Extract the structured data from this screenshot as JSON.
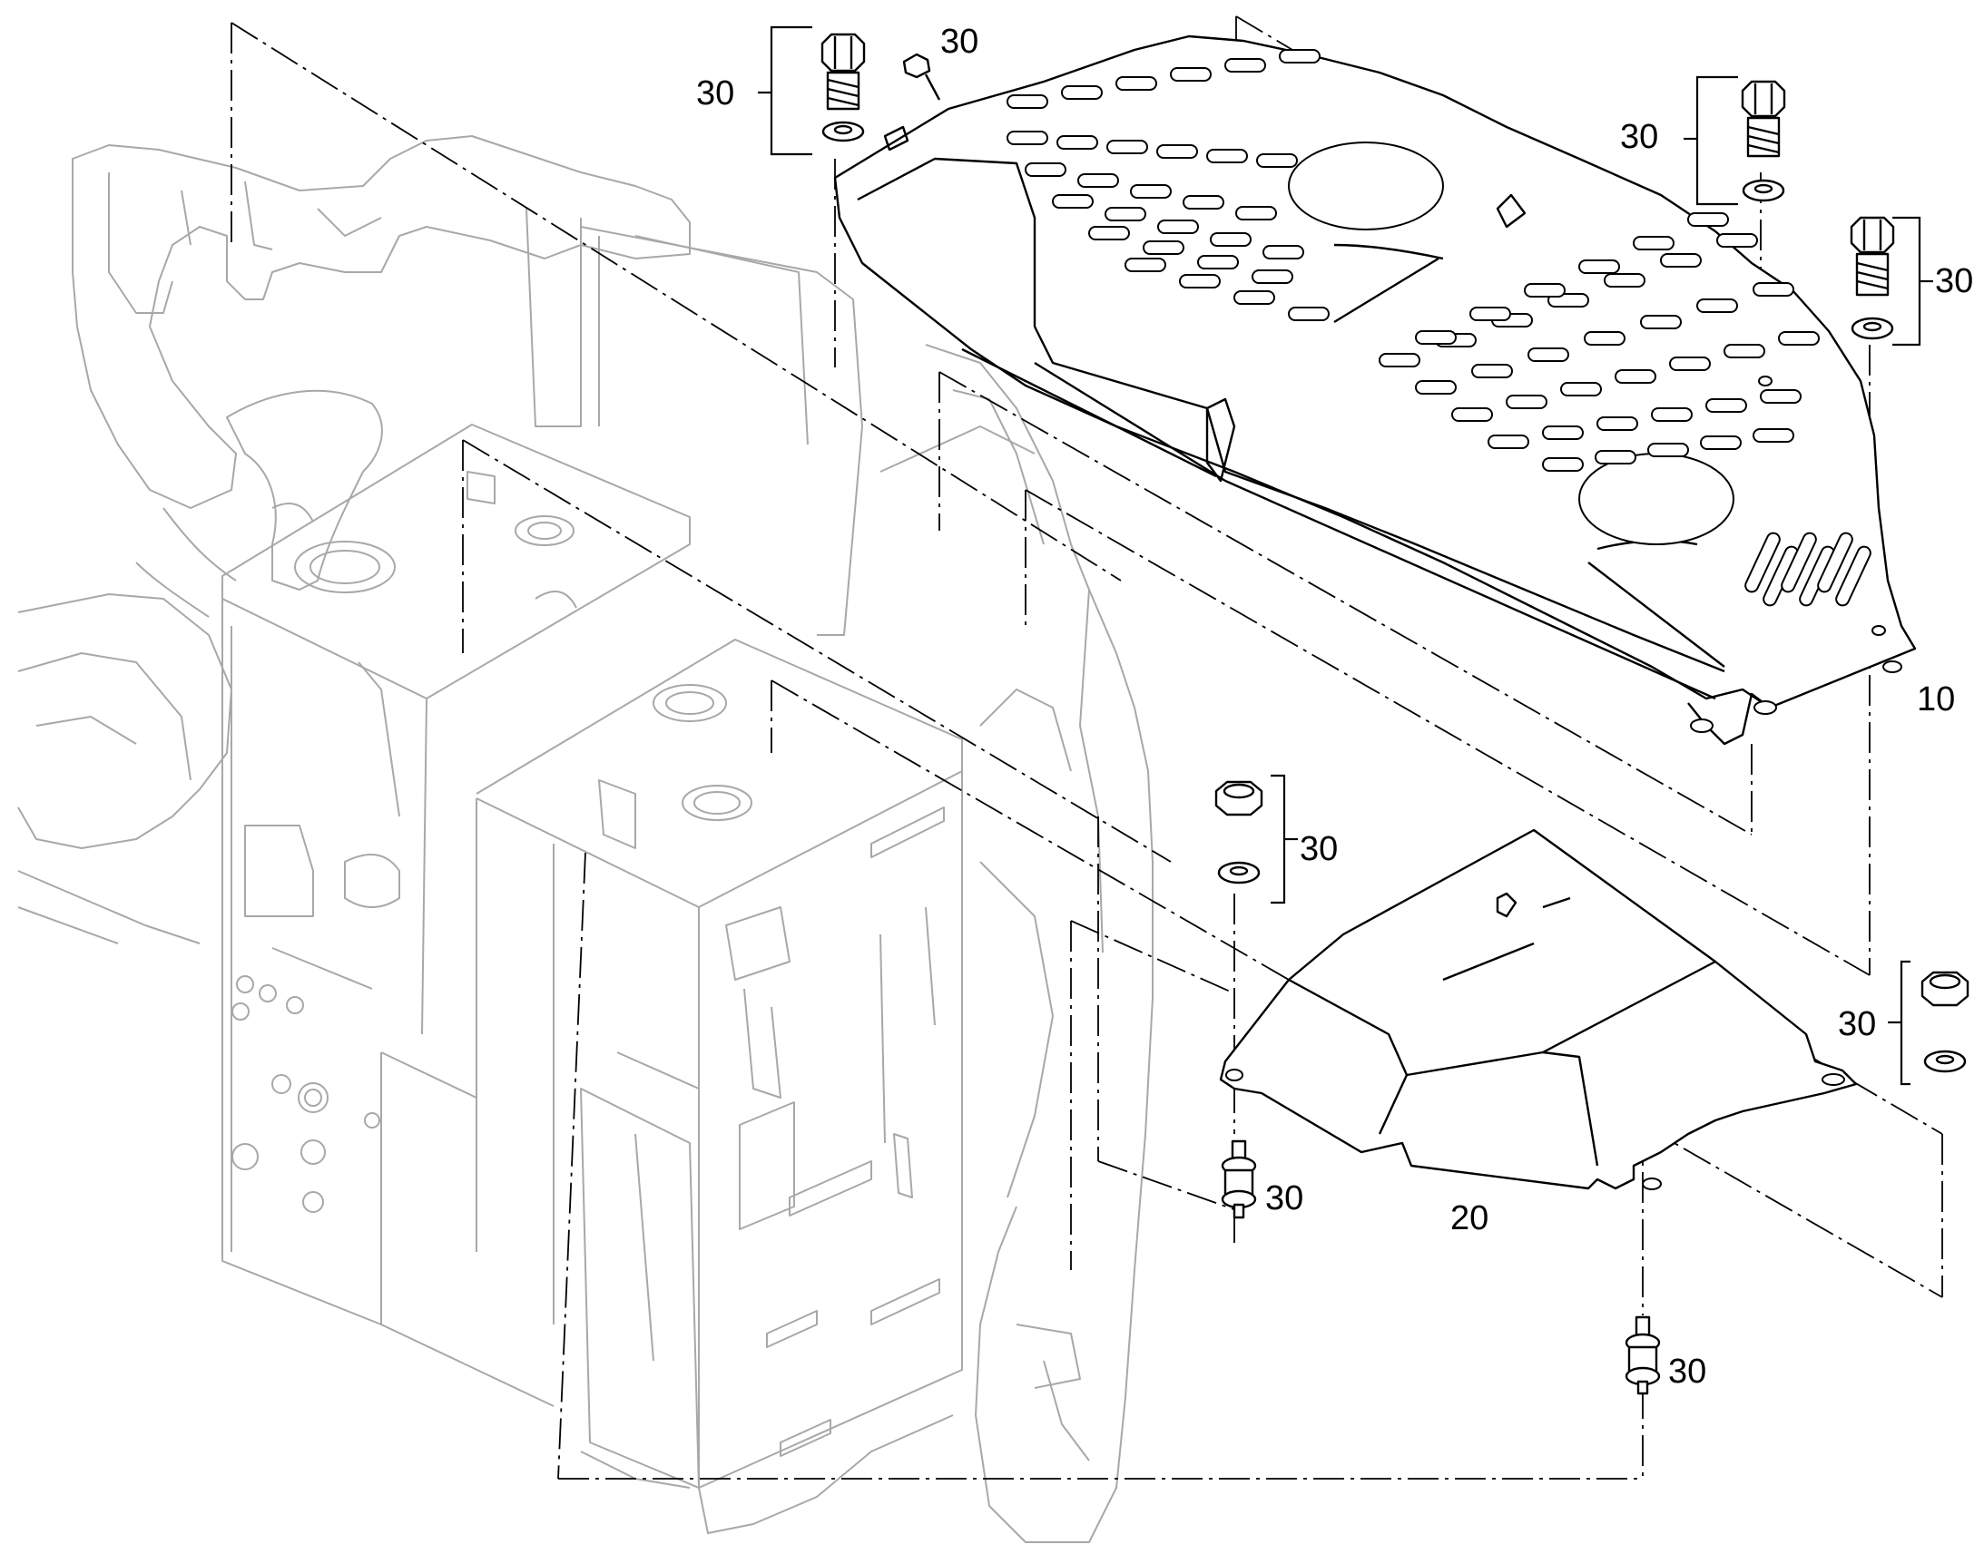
{
  "part_labels": {
    "cover_top": "10",
    "cover_lower": "20",
    "fastener_top_left": "30",
    "fastener_clip_top": "30",
    "fastener_top_right_upper": "30",
    "fastener_right": "30",
    "fastener_mid_nut": "30",
    "fastener_mid_mount": "30",
    "fastener_right_nut": "30",
    "fastener_bottom_mount": "30"
  },
  "colors": {
    "background_outline": "#a8a8a8",
    "part_outline": "#000000"
  }
}
